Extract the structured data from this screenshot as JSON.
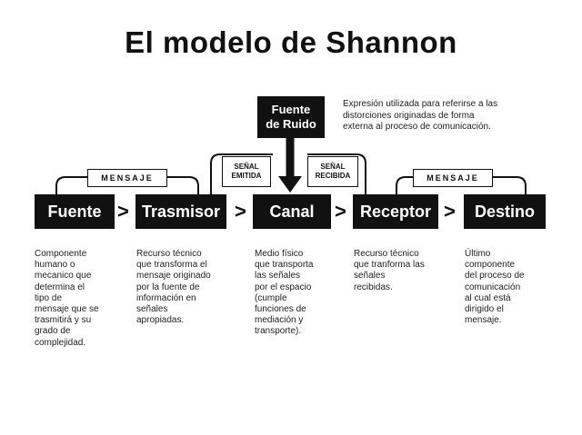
{
  "title": "El modelo de Shannon",
  "noise": {
    "label": "Fuente\nde Ruido",
    "note": "Expresión utilizada para referirse a las\ndistorciones originadas de forma\nexterna al proceso de comunicación."
  },
  "nodes": [
    "Fuente",
    "Trasmisor",
    "Canal",
    "Receptor",
    "Destino"
  ],
  "arrows": [
    ">",
    ">",
    ">",
    ">"
  ],
  "message_labels": [
    "MENSAJE",
    "MENSAJE"
  ],
  "signal_labels": [
    "SEÑAL\nEMITIDA",
    "SEÑAL\nRECIBIDA"
  ],
  "descriptions": [
    "Componente\nhumano o\nmecanico que\ndetermina el\ntipo de\nmensaje que se\ntrasmitirá y su\ngrado de\ncomplejidad.",
    "Recurso técnico\nque transforma el\nmensaje originado\npor la fuente de\ninformación en\nseñales\napropiadas.",
    "Medio físico\nque transporta\nlas señales\npor el espacio\n(cumple\nfunciones de\nmediación y\ntransporte).",
    "Recurso técnico\nque tranforma las\nseñales\nrecibidas.",
    "Último\ncomponente\ndel proceso de\ncomunicación\nal cual está\ndirigido el\nmensaje."
  ]
}
